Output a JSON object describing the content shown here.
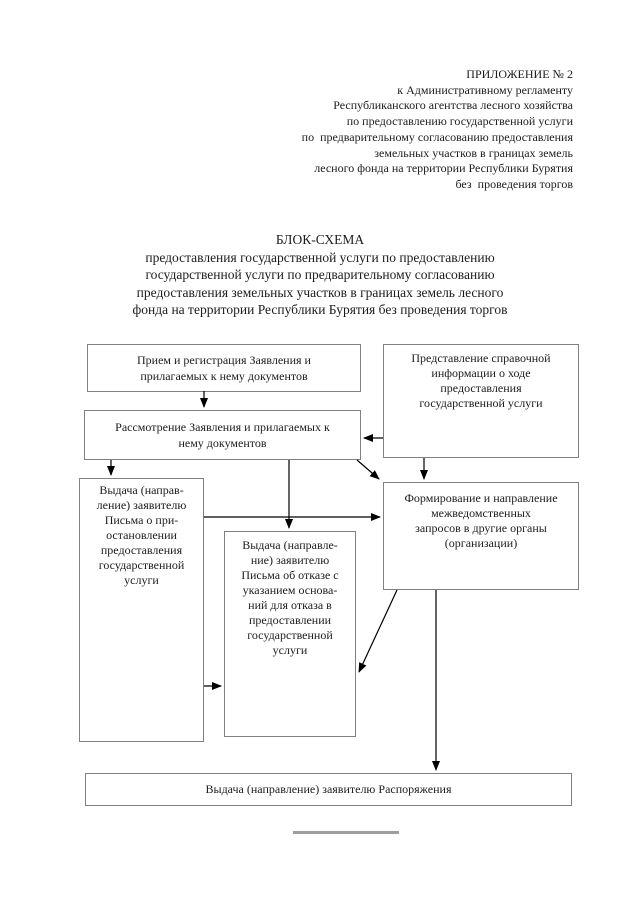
{
  "page": {
    "background": "#ffffff",
    "text_color": "#1c1c1c",
    "box_border_color": "#808080",
    "arrow_color": "#000000",
    "footer_rule_color": "#9e9e9e"
  },
  "header": {
    "lines": [
      "ПРИЛОЖЕНИЕ № 2",
      "к Административному регламенту",
      "Республиканского агентства лесного хозяйства",
      "по предоставлению государственной услуги",
      "по  предварительному согласованию предоставления",
      "земельных участков в границах земель",
      "лесного фонда на территории Республики Бурятия",
      "без  проведения торгов"
    ]
  },
  "title": {
    "lines": [
      "БЛОК-СХЕМА",
      "предоставления государственной услуги по предоставлению",
      "государственной услуги по предварительному согласованию",
      "предоставления земельных участков в границах земель лесного",
      "фонда на территории Республики Бурятия без проведения торгов"
    ]
  },
  "flowchart": {
    "boxes": {
      "reception": {
        "text": "Прием и регистрация Заявления и\nприлагаемых к нему документов"
      },
      "info": {
        "text": "Представление справочной\nинформации о ходе\nпредоставления\nгосударственной услуги"
      },
      "review": {
        "text": "Рассмотрение Заявления и прилагаемых к\nнему документов"
      },
      "suspend": {
        "text": "Выдача (направ-\nление) заявителю\nПисьма о при-\nостановлении\nпредоставления\nгосударственной\nуслуги"
      },
      "refuse": {
        "text": "Выдача (направле-\nние) заявителю\nПисьма об отказе с\nуказанием основа-\nний для отказа в\nпредоставлении\nгосударственной\nуслуги"
      },
      "requests": {
        "text": "Формирование и направление\nмежведомственных\nзапросов в другие органы\n(организации)"
      },
      "order": {
        "text": "Выдача (направление) заявителю Распоряжения"
      }
    },
    "connections": [
      "reception -> review",
      "info -> review",
      "info -> requests",
      "review -> suspend",
      "review -> refuse",
      "review -> requests",
      "suspend -> requests",
      "suspend -> refuse",
      "requests -> refuse",
      "requests -> order"
    ]
  }
}
